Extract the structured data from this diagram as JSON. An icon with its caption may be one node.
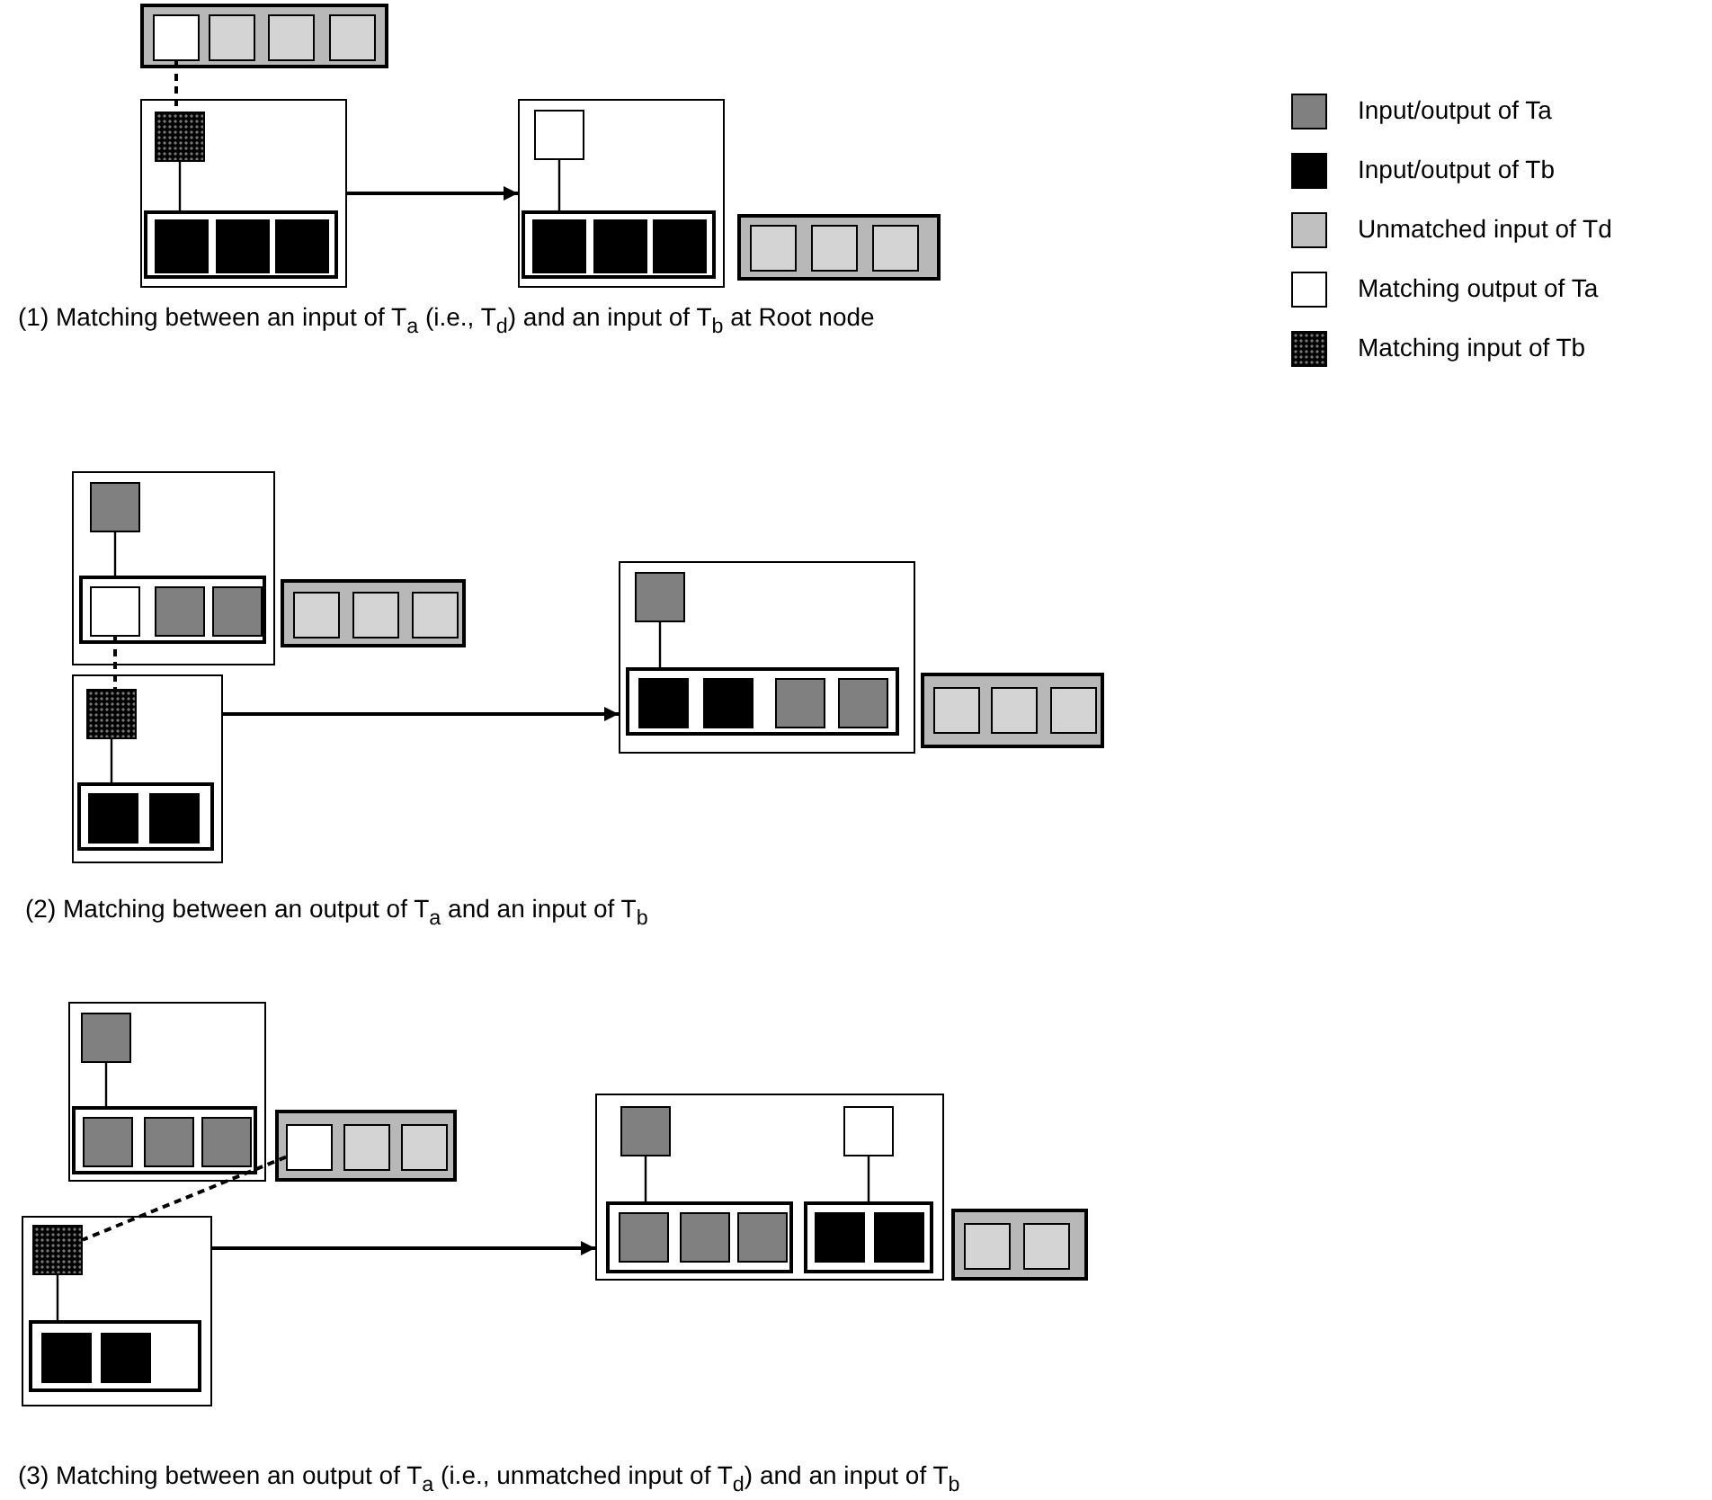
{
  "diagram": {
    "nodes": [
      {
        "text": [],
        "shape": "bar"
      },
      {
        "text": [],
        "shape": "box",
        "in": 0
      },
      {
        "text": [],
        "shape": "box",
        "in": 0
      },
      {
        "text": [],
        "shape": "box",
        "in": 0
      },
      {
        "text": [],
        "shape": "box",
        "in": 0
      },
      {
        "text": [],
        "shape": "box"
      },
      {
        "text": [],
        "shape": "box",
        "in": 5
      },
      {
        "text": [],
        "shape": "bar",
        "in": 5
      },
      {
        "text": [],
        "shape": "box",
        "in": 7
      },
      {
        "text": [],
        "shape": "box",
        "in": 7
      },
      {
        "text": [],
        "shape": "box",
        "in": 7
      },
      {
        "text": [],
        "shape": "box"
      },
      {
        "text": [],
        "shape": "box",
        "in": 11
      },
      {
        "text": [],
        "shape": "bar",
        "in": 11
      },
      {
        "text": [],
        "shape": "box",
        "in": 13
      },
      {
        "text": [],
        "shape": "box",
        "in": 13
      },
      {
        "text": [],
        "shape": "box",
        "in": 13
      },
      {
        "text": [],
        "shape": "bar"
      },
      {
        "text": [],
        "shape": "box",
        "in": 17
      },
      {
        "text": [],
        "shape": "box",
        "in": 17
      },
      {
        "text": [],
        "shape": "box",
        "in": 17
      },
      {
        "text": [],
        "shape": "box"
      },
      {
        "text": [],
        "shape": "box",
        "in": 21
      },
      {
        "text": [],
        "shape": "bar",
        "in": 21
      },
      {
        "text": [],
        "shape": "box",
        "in": 23
      },
      {
        "text": [],
        "shape": "box",
        "in": 23
      },
      {
        "text": [],
        "shape": "box",
        "in": 23
      },
      {
        "text": [],
        "shape": "bar"
      },
      {
        "text": [],
        "shape": "box",
        "in": 27
      },
      {
        "text": [],
        "shape": "box",
        "in": 27
      },
      {
        "text": [],
        "shape": "box",
        "in": 27
      },
      {
        "text": [],
        "shape": "box"
      },
      {
        "text": [],
        "shape": "box",
        "in": 31
      },
      {
        "text": [],
        "shape": "bar",
        "in": 31
      },
      {
        "text": [],
        "shape": "box",
        "in": 33
      },
      {
        "text": [],
        "shape": "box",
        "in": 33
      },
      {
        "text": [],
        "shape": "box"
      },
      {
        "text": [],
        "shape": "box",
        "in": 36
      },
      {
        "text": [],
        "shape": "bar",
        "in": 36
      },
      {
        "text": [],
        "shape": "box",
        "in": 38
      },
      {
        "text": [],
        "shape": "box",
        "in": 38
      },
      {
        "text": [],
        "shape": "box",
        "in": 38
      },
      {
        "text": [],
        "shape": "box",
        "in": 38
      },
      {
        "text": [],
        "shape": "bar"
      },
      {
        "text": [],
        "shape": "box",
        "in": 43
      },
      {
        "text": [],
        "shape": "box",
        "in": 43
      },
      {
        "text": [],
        "shape": "box",
        "in": 43
      },
      {
        "text": [],
        "shape": "box"
      },
      {
        "text": [],
        "shape": "box",
        "in": 47
      },
      {
        "text": [],
        "shape": "bar",
        "in": 47
      },
      {
        "text": [],
        "shape": "box",
        "in": 49
      },
      {
        "text": [],
        "shape": "box",
        "in": 49
      },
      {
        "text": [],
        "shape": "box",
        "in": 49
      },
      {
        "text": [],
        "shape": "bar"
      },
      {
        "text": [],
        "shape": "box",
        "in": 53
      },
      {
        "text": [],
        "shape": "box",
        "in": 53
      },
      {
        "text": [],
        "shape": "box",
        "in": 53
      },
      {
        "text": [],
        "shape": "box"
      },
      {
        "text": [],
        "shape": "box",
        "in": 57
      },
      {
        "text": [],
        "shape": "bar",
        "in": 57
      },
      {
        "text": [],
        "shape": "box",
        "in": 59
      },
      {
        "text": [],
        "shape": "box",
        "in": 59
      },
      {
        "text": [],
        "shape": "box"
      },
      {
        "text": [],
        "shape": "box",
        "in": 62
      },
      {
        "text": [],
        "shape": "box",
        "in": 62
      },
      {
        "text": [],
        "shape": "bar",
        "in": 62
      },
      {
        "text": [],
        "shape": "box",
        "in": 65
      },
      {
        "text": [],
        "shape": "box",
        "in": 65
      },
      {
        "text": [],
        "shape": "box",
        "in": 65
      },
      {
        "text": [],
        "shape": "bar",
        "in": 62
      },
      {
        "text": [],
        "shape": "box",
        "in": 69
      },
      {
        "text": [],
        "shape": "box",
        "in": 69
      },
      {
        "text": [],
        "shape": "bar"
      },
      {
        "text": [],
        "shape": "box",
        "in": 72
      },
      {
        "text": [],
        "shape": "box",
        "in": 72
      }
    ],
    "edges": [
      {
        "from": 1,
        "to": 6,
        "arrow": "none",
        "style": "dashed"
      },
      {
        "from": 6,
        "to": 7,
        "arrow": "none"
      },
      {
        "from": 5,
        "to": 11,
        "arrow": "to"
      },
      {
        "from": 12,
        "to": 13,
        "arrow": "none"
      },
      {
        "from": 22,
        "to": 23,
        "arrow": "none"
      },
      {
        "from": 24,
        "to": 32,
        "arrow": "none",
        "style": "dashed"
      },
      {
        "from": 32,
        "to": 33,
        "arrow": "none"
      },
      {
        "from": 31,
        "to": 36,
        "arrow": "to"
      },
      {
        "from": 37,
        "to": 38,
        "arrow": "none"
      },
      {
        "from": 48,
        "to": 49,
        "arrow": "none"
      },
      {
        "from": 54,
        "to": 58,
        "arrow": "none",
        "style": "dashed"
      },
      {
        "from": 58,
        "to": 59,
        "arrow": "none"
      },
      {
        "from": 57,
        "to": 62,
        "arrow": "to"
      },
      {
        "from": 63,
        "to": 65,
        "arrow": "none"
      },
      {
        "from": 64,
        "to": 69,
        "arrow": "none"
      }
    ],
    "labels": [
      "(1) Matching between an input of T$_{a}$ (i.e., T$_{d}$) and an input of T$_{b}$ at Root node",
      "(2) Matching between an output of T$_{a}$ and an input of T$_{b}$",
      "(3) Matching between an output of T$_{a}$ (i.e., unmatched input of T$_{d}$) and an input of T$_{b}$"
    ],
    "legend": [
      {
        "text": "Input/output of Ta",
        "color": "#808080"
      },
      {
        "text": "Input/output of Tb",
        "color": "#000000"
      },
      {
        "text": "Unmatched input of Td",
        "color": "#c0c0c0"
      },
      {
        "text": "Matching output of Ta",
        "color": "#ffffff"
      },
      {
        "text": "Matching input of Tb"
      }
    ]
  }
}
